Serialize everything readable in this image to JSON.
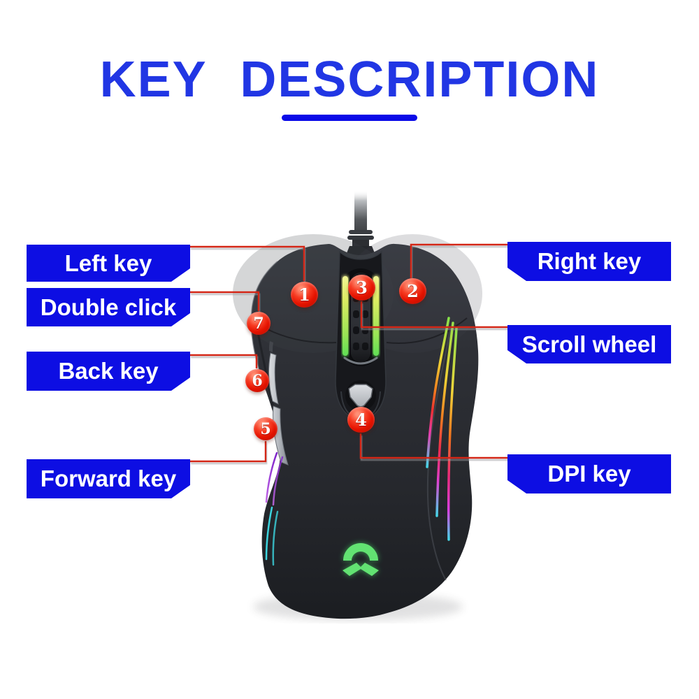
{
  "title": {
    "text": "KEY DESCRIPTION"
  },
  "callouts": {
    "left_key": {
      "num": "1",
      "label": "Left key"
    },
    "right_key": {
      "num": "2",
      "label": "Right key"
    },
    "scroll_wheel": {
      "num": "3",
      "label": "Scroll wheel"
    },
    "dpi_key": {
      "num": "4",
      "label": "DPI key"
    },
    "forward_key": {
      "num": "5",
      "label": "Forward key"
    },
    "back_key": {
      "num": "6",
      "label": "Back key"
    },
    "double_click": {
      "num": "7",
      "label": "Double click"
    }
  },
  "icons": {
    "brand_logo": "green-wing-arch-brand-logo",
    "dpi_glyph": "shield-pentagon-glyph",
    "scroll_wheel": "rgb-lit-scroll-wheel"
  },
  "colors": {
    "title_blue": "#2136e4",
    "underline_blue": "#0a0ae8",
    "label_box_blue": "#0d0ee3",
    "label_text": "#ffffff",
    "marker_red": "#e51300",
    "callout_line_red": "#d42818",
    "mouse_body_dark": "#26282d",
    "wheel_glow_green": "#cdea5e",
    "logo_green": "#62e272",
    "side_button_silver": "#b9bdc3"
  }
}
